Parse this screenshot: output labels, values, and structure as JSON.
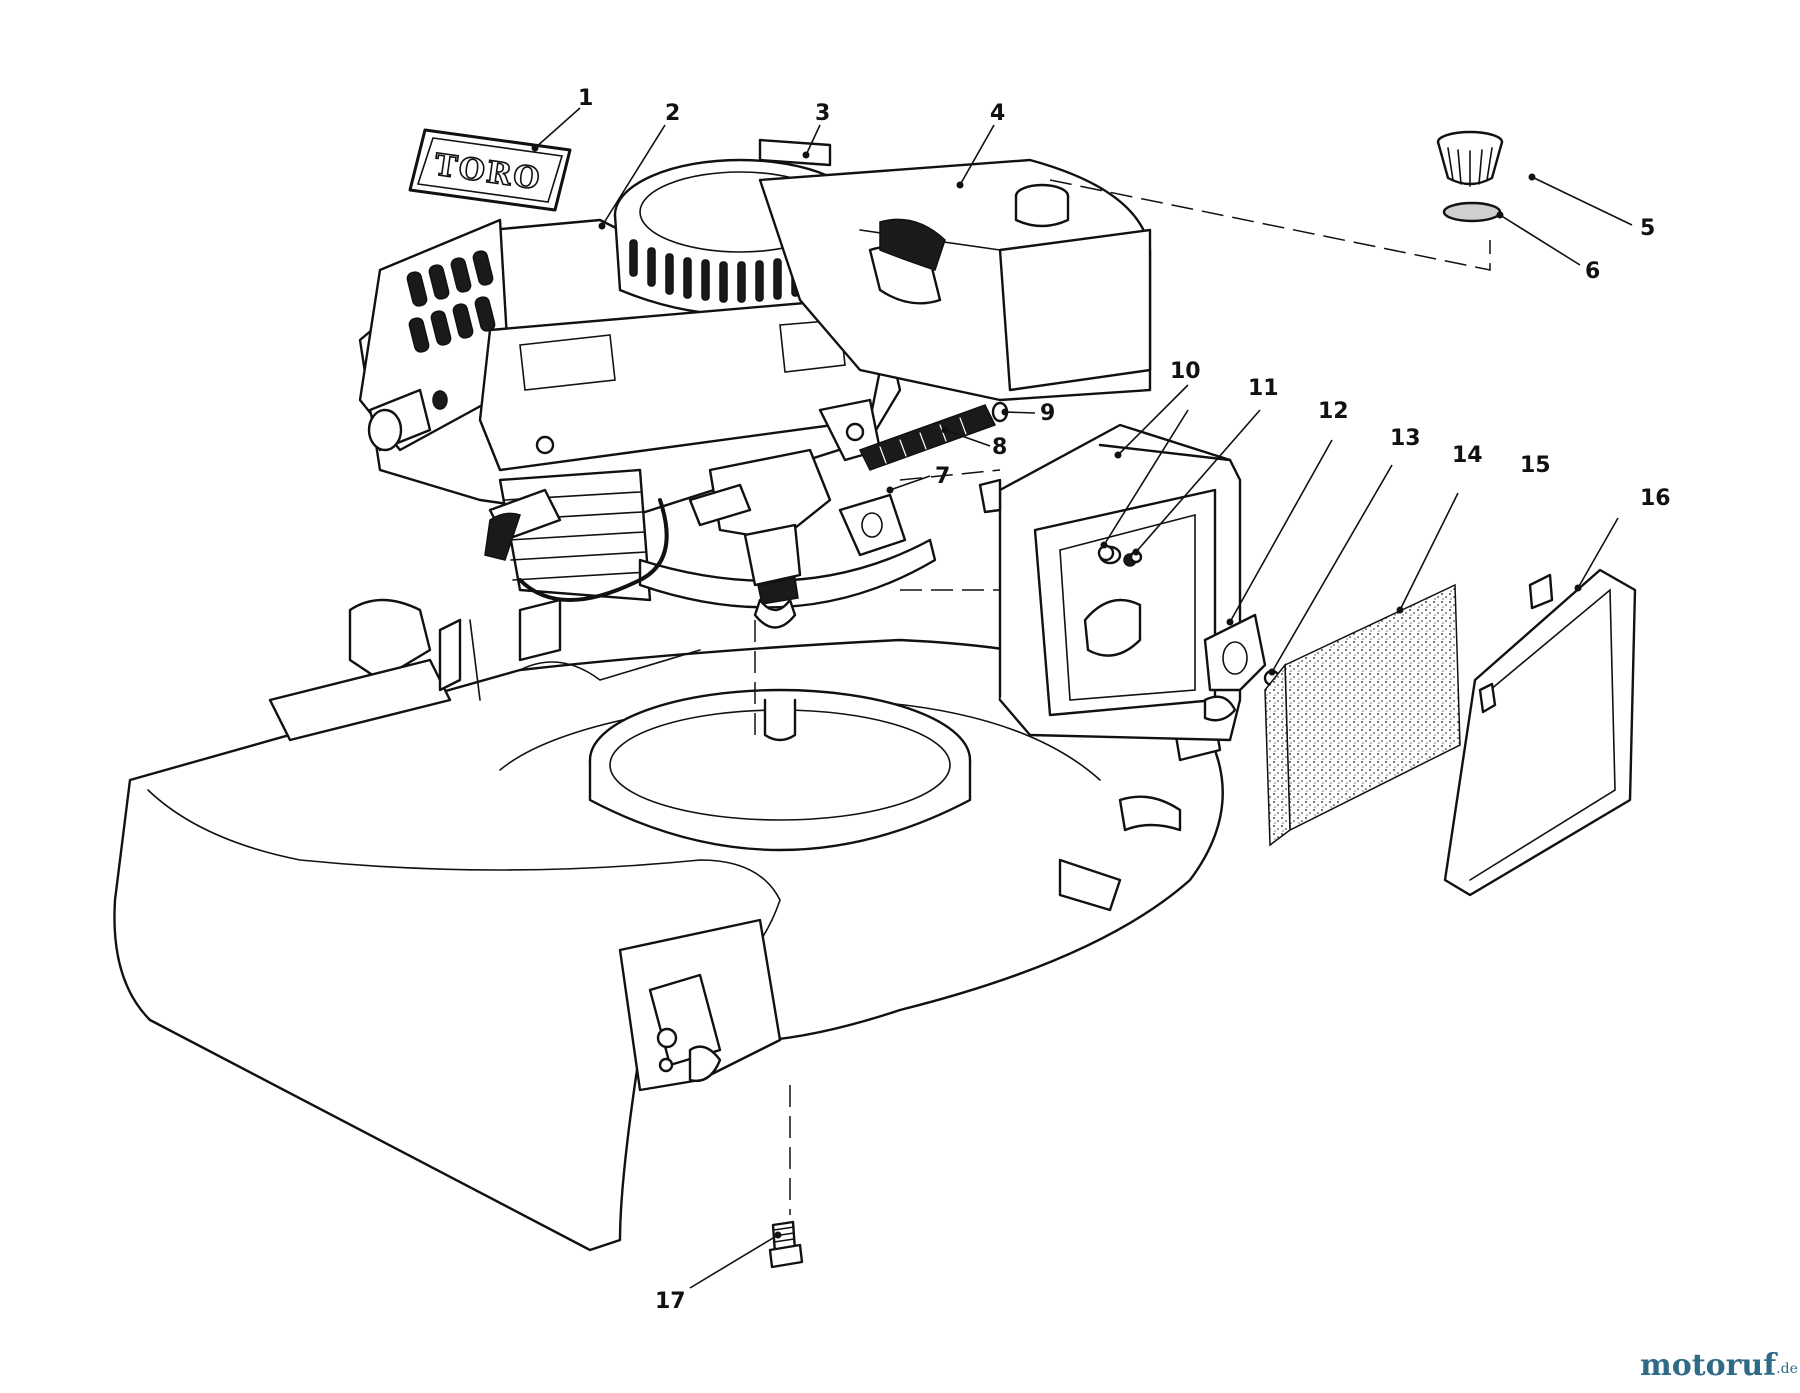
{
  "diagram": {
    "brand_plate_text": "TORO",
    "callouts": [
      "1",
      "2",
      "3",
      "4",
      "5",
      "6",
      "7",
      "8",
      "9",
      "10",
      "11",
      "12",
      "13",
      "14",
      "15",
      "16",
      "17"
    ]
  },
  "watermark": {
    "brand": "motoruf",
    "tld": ".de",
    "colors": {
      "text": "#2f6a86",
      "accent": "#d98a1d"
    }
  }
}
